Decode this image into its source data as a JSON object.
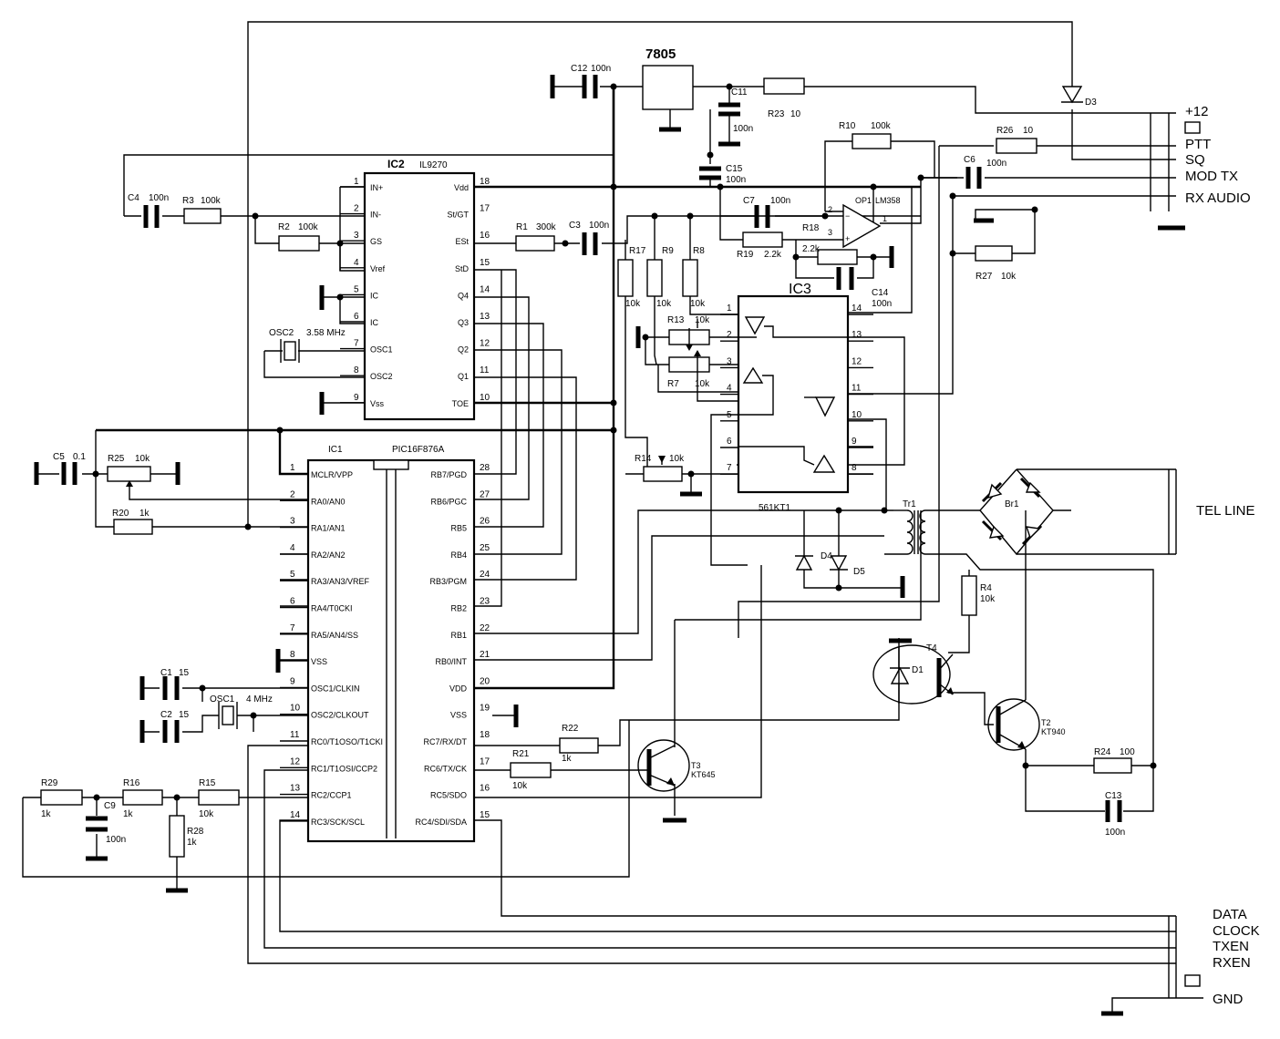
{
  "regulator": {
    "name": "7805"
  },
  "ic2": {
    "name": "IC2",
    "part": "IL9270",
    "left_pins": [
      {
        "num": "1",
        "label": "IN+"
      },
      {
        "num": "2",
        "label": "IN-"
      },
      {
        "num": "3",
        "label": "GS"
      },
      {
        "num": "4",
        "label": "Vref"
      },
      {
        "num": "5",
        "label": "IC"
      },
      {
        "num": "6",
        "label": "IC"
      },
      {
        "num": "7",
        "label": "OSC1"
      },
      {
        "num": "8",
        "label": "OSC2"
      },
      {
        "num": "9",
        "label": "Vss"
      }
    ],
    "right_pins": [
      {
        "num": "18",
        "label": "Vdd"
      },
      {
        "num": "17",
        "label": "St/GT"
      },
      {
        "num": "16",
        "label": "ESt"
      },
      {
        "num": "15",
        "label": "StD"
      },
      {
        "num": "14",
        "label": "Q4"
      },
      {
        "num": "13",
        "label": "Q3"
      },
      {
        "num": "12",
        "label": "Q2"
      },
      {
        "num": "11",
        "label": "Q1"
      },
      {
        "num": "10",
        "label": "TOE"
      }
    ]
  },
  "ic1": {
    "name": "IC1",
    "part": "PIC16F876A",
    "left_pins": [
      {
        "num": "1",
        "label": "MCLR/VPP"
      },
      {
        "num": "2",
        "label": "RA0/AN0"
      },
      {
        "num": "3",
        "label": "RA1/AN1"
      },
      {
        "num": "4",
        "label": "RA2/AN2"
      },
      {
        "num": "5",
        "label": "RA3/AN3/VREF"
      },
      {
        "num": "6",
        "label": "RA4/T0CKI"
      },
      {
        "num": "7",
        "label": "RA5/AN4/SS"
      },
      {
        "num": "8",
        "label": "VSS"
      },
      {
        "num": "9",
        "label": "OSC1/CLKIN"
      },
      {
        "num": "10",
        "label": "OSC2/CLKOUT"
      },
      {
        "num": "11",
        "label": "RC0/T1OSO/T1CKI"
      },
      {
        "num": "12",
        "label": "RC1/T1OSI/CCP2"
      },
      {
        "num": "13",
        "label": "RC2/CCP1"
      },
      {
        "num": "14",
        "label": "RC3/SCK/SCL"
      }
    ],
    "right_pins": [
      {
        "num": "28",
        "label": "RB7/PGD"
      },
      {
        "num": "27",
        "label": "RB6/PGC"
      },
      {
        "num": "26",
        "label": "RB5"
      },
      {
        "num": "25",
        "label": "RB4"
      },
      {
        "num": "24",
        "label": "RB3/PGM"
      },
      {
        "num": "23",
        "label": "RB2"
      },
      {
        "num": "22",
        "label": "RB1"
      },
      {
        "num": "21",
        "label": "RB0/INT"
      },
      {
        "num": "20",
        "label": "VDD"
      },
      {
        "num": "19",
        "label": "VSS"
      },
      {
        "num": "18",
        "label": "RC7/RX/DT"
      },
      {
        "num": "17",
        "label": "RC6/TX/CK"
      },
      {
        "num": "16",
        "label": "RC5/SDO"
      },
      {
        "num": "15",
        "label": "RC4/SDI/SDA"
      }
    ]
  },
  "ic3": {
    "name": "IC3",
    "part": "561KT1",
    "left_pins": [
      "1",
      "2",
      "3",
      "4",
      "5",
      "6",
      "7"
    ],
    "right_pins": [
      "14",
      "13",
      "12",
      "11",
      "10",
      "9",
      "8"
    ]
  },
  "opamp": {
    "name": "OP1",
    "part": "LM358",
    "pins": [
      "2",
      "3",
      "1"
    ]
  },
  "components": {
    "C12": {
      "ref": "C12",
      "value": "100n"
    },
    "C11": {
      "ref": "C11",
      "value": "100n"
    },
    "R23": {
      "ref": "R23",
      "value": "10"
    },
    "D3": {
      "ref": "D3"
    },
    "R10": {
      "ref": "R10",
      "value": "100k"
    },
    "R26": {
      "ref": "R26",
      "value": "10"
    },
    "C6": {
      "ref": "C6",
      "value": "100n"
    },
    "C15": {
      "ref": "C15",
      "value": "100n"
    },
    "C7": {
      "ref": "C7",
      "value": "100n"
    },
    "R18": {
      "ref": "R18",
      "value": "2.2k"
    },
    "R19": {
      "ref": "R19",
      "value": "2.2k"
    },
    "C14": {
      "ref": "C14",
      "value": "100n"
    },
    "R27": {
      "ref": "R27",
      "value": "10k"
    },
    "C4": {
      "ref": "C4",
      "value": "100n"
    },
    "R3": {
      "ref": "R3",
      "value": "100k"
    },
    "R2": {
      "ref": "R2",
      "value": "100k"
    },
    "R1": {
      "ref": "R1",
      "value": "300k"
    },
    "C3": {
      "ref": "C3",
      "value": "100n"
    },
    "OSC2": {
      "ref": "OSC2",
      "value": "3.58 MHz"
    },
    "R17": {
      "ref": "R17",
      "value": "10k"
    },
    "R9": {
      "ref": "R9",
      "value": "10k"
    },
    "R8": {
      "ref": "R8",
      "value": "10k"
    },
    "R13": {
      "ref": "R13",
      "value": "10k"
    },
    "R7": {
      "ref": "R7",
      "value": "10k"
    },
    "R14": {
      "ref": "R14",
      "value": "10k"
    },
    "C5": {
      "ref": "C5",
      "value": "0.1"
    },
    "R25": {
      "ref": "R25",
      "value": "10k"
    },
    "R20": {
      "ref": "R20",
      "value": "1k"
    },
    "Tr1": {
      "ref": "Tr1"
    },
    "Br1": {
      "ref": "Br1"
    },
    "D4": {
      "ref": "D4"
    },
    "D5": {
      "ref": "D5"
    },
    "R4": {
      "ref": "R4",
      "value": "10k"
    },
    "T4": {
      "ref": "T4"
    },
    "D1": {
      "ref": "D1"
    },
    "T2": {
      "ref": "T2",
      "value": "KT940"
    },
    "C1": {
      "ref": "C1",
      "value": "15"
    },
    "C2": {
      "ref": "C2",
      "value": "15"
    },
    "OSC1": {
      "ref": "OSC1",
      "value": "4 MHz"
    },
    "R22": {
      "ref": "R22",
      "value": "1k"
    },
    "R21": {
      "ref": "R21",
      "value": "10k"
    },
    "T3": {
      "ref": "T3",
      "value": "KT645"
    },
    "R24": {
      "ref": "R24",
      "value": "100"
    },
    "C13": {
      "ref": "C13",
      "value": "100n"
    },
    "R29": {
      "ref": "R29",
      "value": "1k"
    },
    "C9": {
      "ref": "C9",
      "value": "100n"
    },
    "R16": {
      "ref": "R16",
      "value": "1k"
    },
    "R15": {
      "ref": "R15",
      "value": "10k"
    },
    "R28": {
      "ref": "R28",
      "value": "1k"
    }
  },
  "connectors": {
    "top": [
      "+12",
      "PTT",
      "SQ",
      "MOD TX",
      "RX AUDIO"
    ],
    "line": "TEL LINE",
    "bottom": [
      "DATA",
      "CLOCK",
      "TXEN",
      "RXEN",
      "GND"
    ]
  }
}
